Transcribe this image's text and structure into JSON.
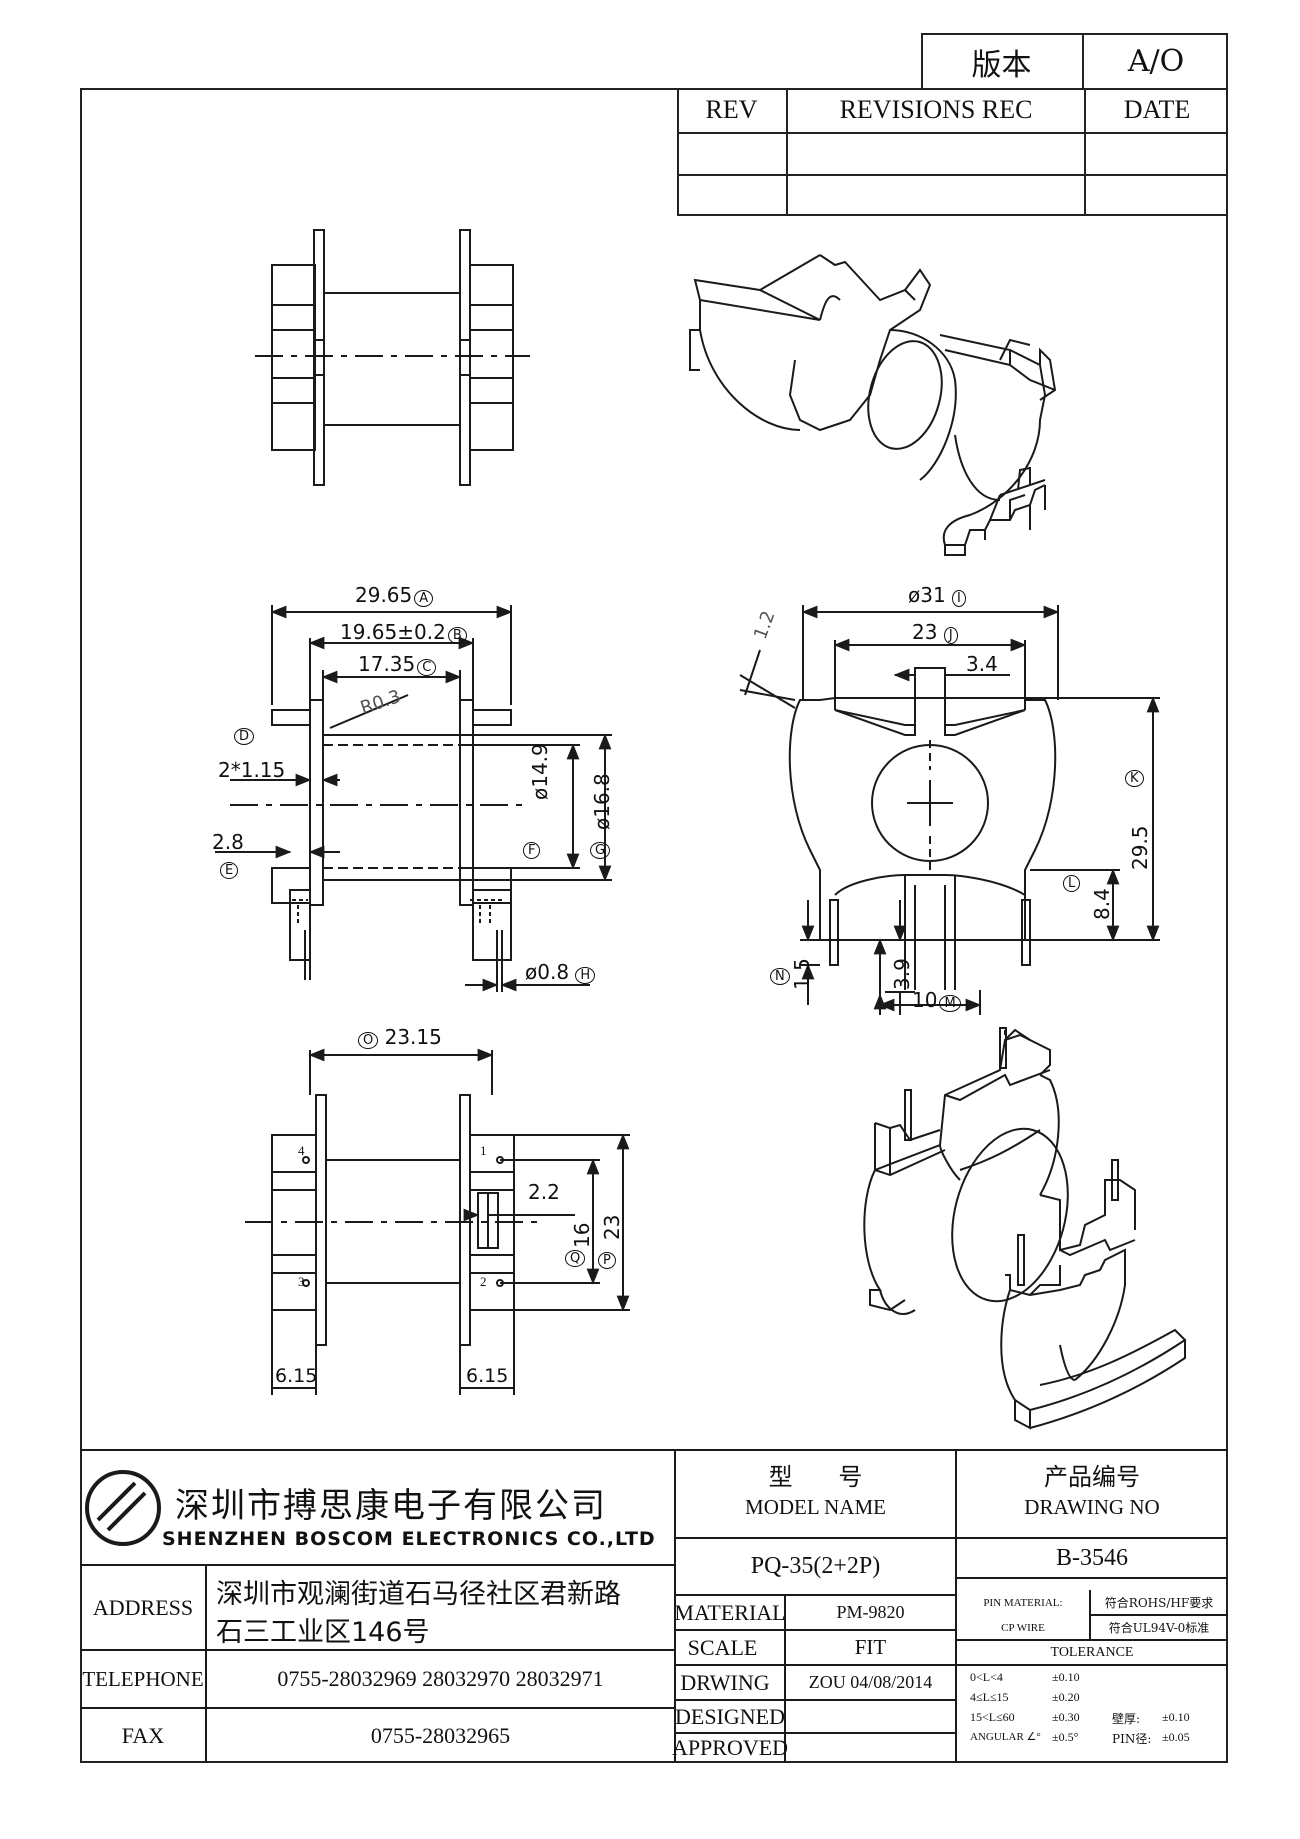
{
  "header": {
    "version_label": "版本",
    "version_value": "A/O",
    "rev_label": "REV",
    "revisions_label": "REVISIONS REC",
    "date_label": "DATE"
  },
  "dims": {
    "a": "29.65",
    "a_tag": "A",
    "b": "19.65±0.2",
    "b_tag": "B",
    "c": "17.35",
    "c_tag": "C",
    "r": "R0.3",
    "d_tag": "D",
    "d": "2*1.15",
    "e": "2.8",
    "e_tag": "E",
    "f": "ø14.9",
    "f_tag": "F",
    "g": "ø16.8",
    "g_tag": "G",
    "h": "ø0.8",
    "h_tag": "H",
    "i": "ø31",
    "i_tag": "I",
    "j": "23",
    "j_tag": "J",
    "j2": "3.4",
    "k": "29.5",
    "k_tag": "K",
    "l": "8.4",
    "l_tag": "L",
    "m": "10",
    "m_tag": "M",
    "m2": "3.9",
    "n": "1.5",
    "n_tag": "N",
    "o": "23.15",
    "o_tag": "O",
    "p": "23",
    "p_tag": "P",
    "q": "16",
    "q_tag": "Q",
    "s": "2.2",
    "t": "6.15",
    "u": "6.15",
    "angle": "1.2",
    "pins": [
      "1",
      "2",
      "3",
      "4"
    ]
  },
  "company": {
    "name_cn": "深圳市搏思康电子有限公司",
    "name_en": "SHENZHEN BOSCOM ELECTRONICS CO.,LTD",
    "address_label": "ADDRESS",
    "address_line1": "深圳市观澜街道石马径社区君新路",
    "address_line2": "石三工业区146号",
    "telephone_label": "TELEPHONE",
    "telephone": "0755-28032969 28032970 28032971",
    "fax_label": "FAX",
    "fax": "0755-28032965"
  },
  "title_block": {
    "model_cn": "型      号",
    "model_en": "MODEL NAME",
    "model_value": "PQ-35(2+2P)",
    "drawing_cn": "产品编号",
    "drawing_en": "DRAWING NO",
    "drawing_value": "B-3546",
    "material_label": "MATERIAL",
    "material_value": "PM-9820",
    "scale_label": "SCALE",
    "scale_value": "FIT",
    "drwing_label": "DRWING",
    "drwing_value": "ZOU 04/08/2014",
    "designed_label": "DESIGNED",
    "approved_label": "APPROVED",
    "pin_material_label": "PIN MATERIAL:",
    "pin_material_value": "符合ROHS/HF要求",
    "cp_wire_label": "CP WIRE",
    "cp_wire_value": "符合UL94V-0标准",
    "tolerance_label": "TOLERANCE",
    "tol1_range": "0<L<4",
    "tol1_value": "±0.10",
    "tol2_range": "4≤L≤15",
    "tol2_value": "±0.20",
    "tol3_range": "15<L≤60",
    "tol3_value": "±0.30",
    "tol4_range": "ANGULAR ∠°",
    "tol4_value": "±0.5°",
    "wall_label": "壁厚:",
    "wall_value": "±0.10",
    "pin_label": "PIN径:",
    "pin_value": "±0.05"
  }
}
